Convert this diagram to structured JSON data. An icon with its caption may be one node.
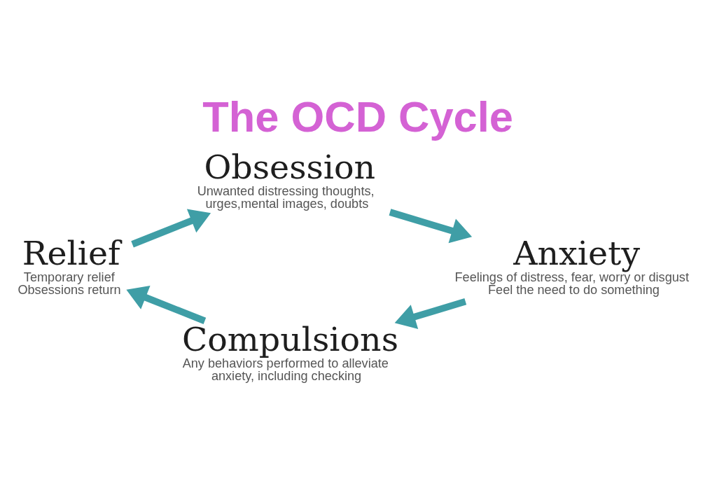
{
  "diagram": {
    "title": "The OCD Cycle",
    "nodes": [
      {
        "text": [
          "Obsession",
          "Unwanted distressing thoughts, urges,mental images, doubts"
        ]
      },
      {
        "text": [
          "Anxiety",
          "Feelings of distress, fear, worry or disgust",
          "Feel the need to do something"
        ]
      },
      {
        "text": [
          "Compulsions",
          "Any behaviors performed to alleviate anxiety, including checking"
        ]
      },
      {
        "text": [
          "Relief",
          "Temporary relief",
          "Obsessions return"
        ]
      }
    ],
    "edges": [
      {
        "from": 0,
        "to": 1,
        "arrow": "to"
      },
      {
        "from": 1,
        "to": 2,
        "arrow": "to"
      },
      {
        "from": 2,
        "to": 3,
        "arrow": "to"
      },
      {
        "from": 3,
        "to": 0,
        "arrow": "to"
      }
    ]
  }
}
